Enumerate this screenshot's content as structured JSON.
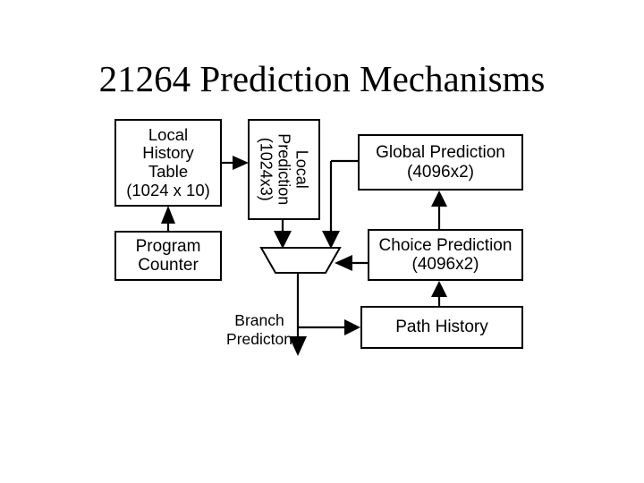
{
  "slide": {
    "title": "21264 Prediction Mechanisms",
    "background_color": "#ffffff",
    "line_color": "#000000",
    "text_color": "#000000"
  },
  "diagram": {
    "type": "block-diagram",
    "blocks": [
      {
        "id": "local-history-table",
        "label_lines": [
          "Local",
          "History",
          "Table",
          "(1024 x 10)"
        ],
        "shape": "rectangle"
      },
      {
        "id": "program-counter",
        "label_lines": [
          "Program",
          "Counter"
        ],
        "shape": "rectangle"
      },
      {
        "id": "local-prediction",
        "label_lines": [
          "Local",
          "Prediction",
          "(1024x3)"
        ],
        "shape": "rectangle",
        "text_orientation": "rotated-90-clockwise"
      },
      {
        "id": "global-prediction",
        "label_lines": [
          "Global Prediction",
          "(4096x2)"
        ],
        "shape": "rectangle"
      },
      {
        "id": "choice-prediction",
        "label_lines": [
          "Choice Prediction",
          "(4096x2)"
        ],
        "shape": "rectangle"
      },
      {
        "id": "path-history",
        "label_lines": [
          "Path History"
        ],
        "shape": "rectangle"
      },
      {
        "id": "multiplexer",
        "label_lines": [],
        "shape": "trapezoid"
      }
    ],
    "annotations": [
      {
        "id": "branch-predictor-output",
        "label_lines": [
          "Branch",
          "Predicton"
        ]
      }
    ],
    "connections": [
      {
        "from": "program-counter",
        "to": "local-history-table",
        "direction": "up"
      },
      {
        "from": "local-history-table",
        "to": "local-prediction",
        "direction": "right"
      },
      {
        "from": "local-prediction",
        "to": "multiplexer",
        "direction": "down"
      },
      {
        "from": "global-prediction",
        "to": "multiplexer",
        "direction": "left-then-down"
      },
      {
        "from": "choice-prediction",
        "to": "multiplexer",
        "direction": "left"
      },
      {
        "from": "path-history",
        "to": "choice-prediction",
        "direction": "up"
      },
      {
        "from": "path-history",
        "to": "global-prediction",
        "direction": "up"
      },
      {
        "from": "multiplexer",
        "to": "path-history",
        "direction": "down-then-right"
      },
      {
        "from": "multiplexer",
        "to": "branch-predictor-output",
        "direction": "down"
      }
    ]
  }
}
